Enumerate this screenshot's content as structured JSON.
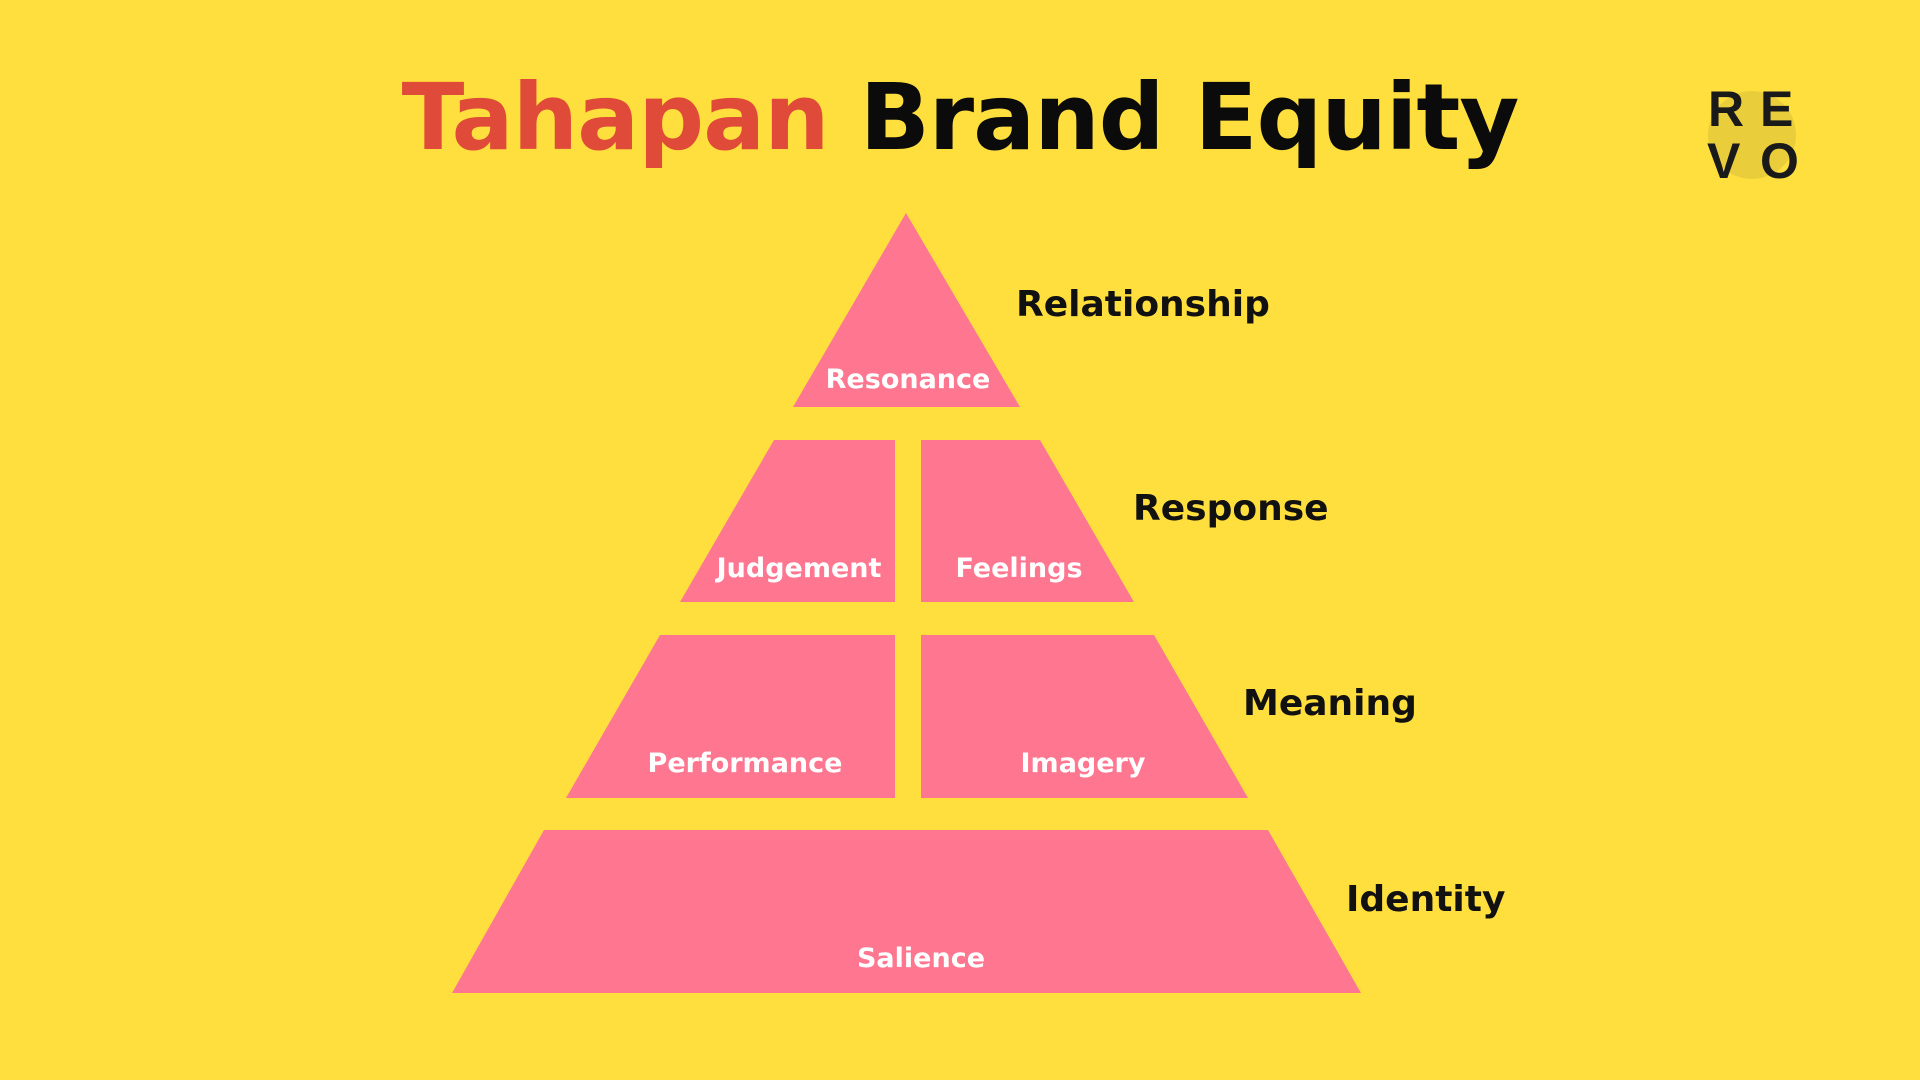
{
  "colors": {
    "background": "#ffdf3d",
    "title_accent": "#e04a38",
    "title_main": "#0b0b0b",
    "block": "#ff7690",
    "block_text": "#ffffff",
    "stage_text": "#111111"
  },
  "title": {
    "accent": "Tahapan",
    "main": "Brand Equity"
  },
  "pyramid": {
    "levels": [
      {
        "stage": "Relationship",
        "blocks": [
          "Resonance"
        ]
      },
      {
        "stage": "Response",
        "blocks": [
          "Judgement",
          "Feelings"
        ]
      },
      {
        "stage": "Meaning",
        "blocks": [
          "Performance",
          "Imagery"
        ]
      },
      {
        "stage": "Identity",
        "blocks": [
          "Salience"
        ]
      }
    ]
  },
  "logo": {
    "letters": [
      "R",
      "E",
      "V",
      "O"
    ]
  }
}
